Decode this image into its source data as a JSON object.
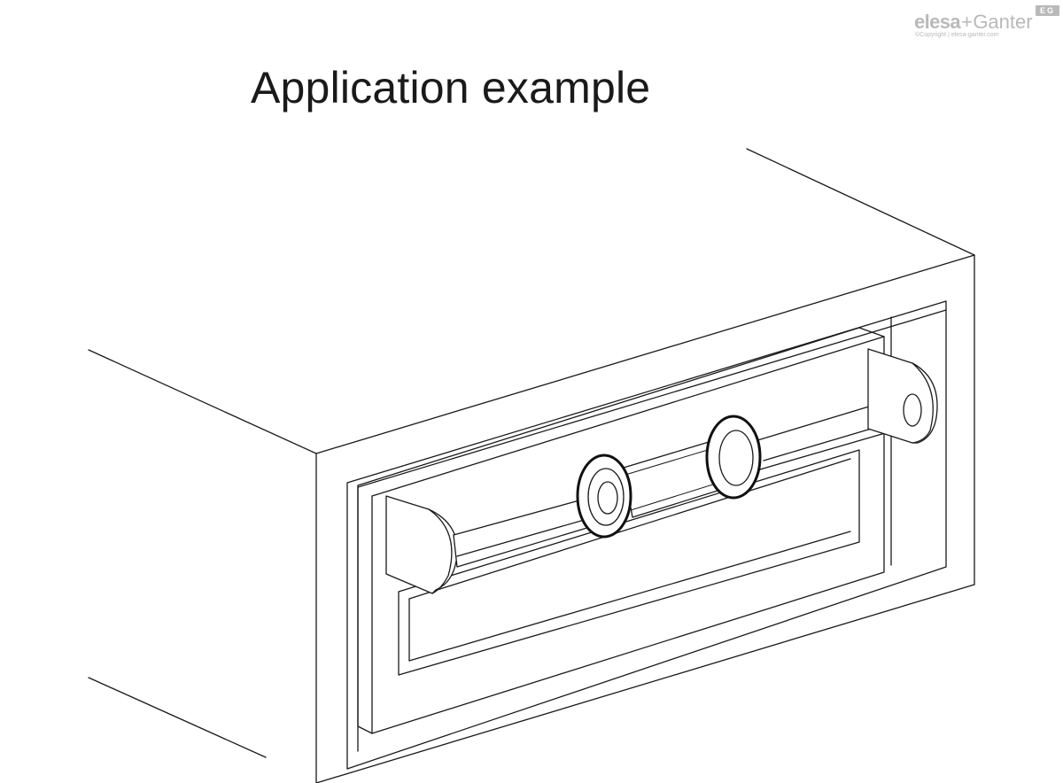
{
  "title": "Application example",
  "brand": {
    "name_first": "elesa",
    "plus": "+",
    "name_second": "Ganter",
    "copyright": "©Copyright | elesa-ganter.com",
    "mark": "EG",
    "color": "#b9b9b9"
  },
  "drawing": {
    "subject": "drawer with handle",
    "line_color": "#1a1a1a",
    "background": "#ffffff"
  }
}
